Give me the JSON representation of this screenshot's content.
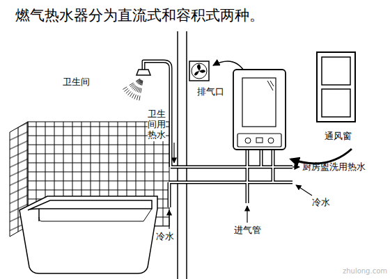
{
  "diagram": {
    "title": "燃气热水器分为直流式和容积式两种。",
    "labels": [
      "卫生间",
      "卫生间用热水",
      "排气口",
      "通风窗",
      "厨房盥洗用热水",
      "冷水",
      "冷水",
      "进气管",
      "zhulong.com"
    ]
  }
}
